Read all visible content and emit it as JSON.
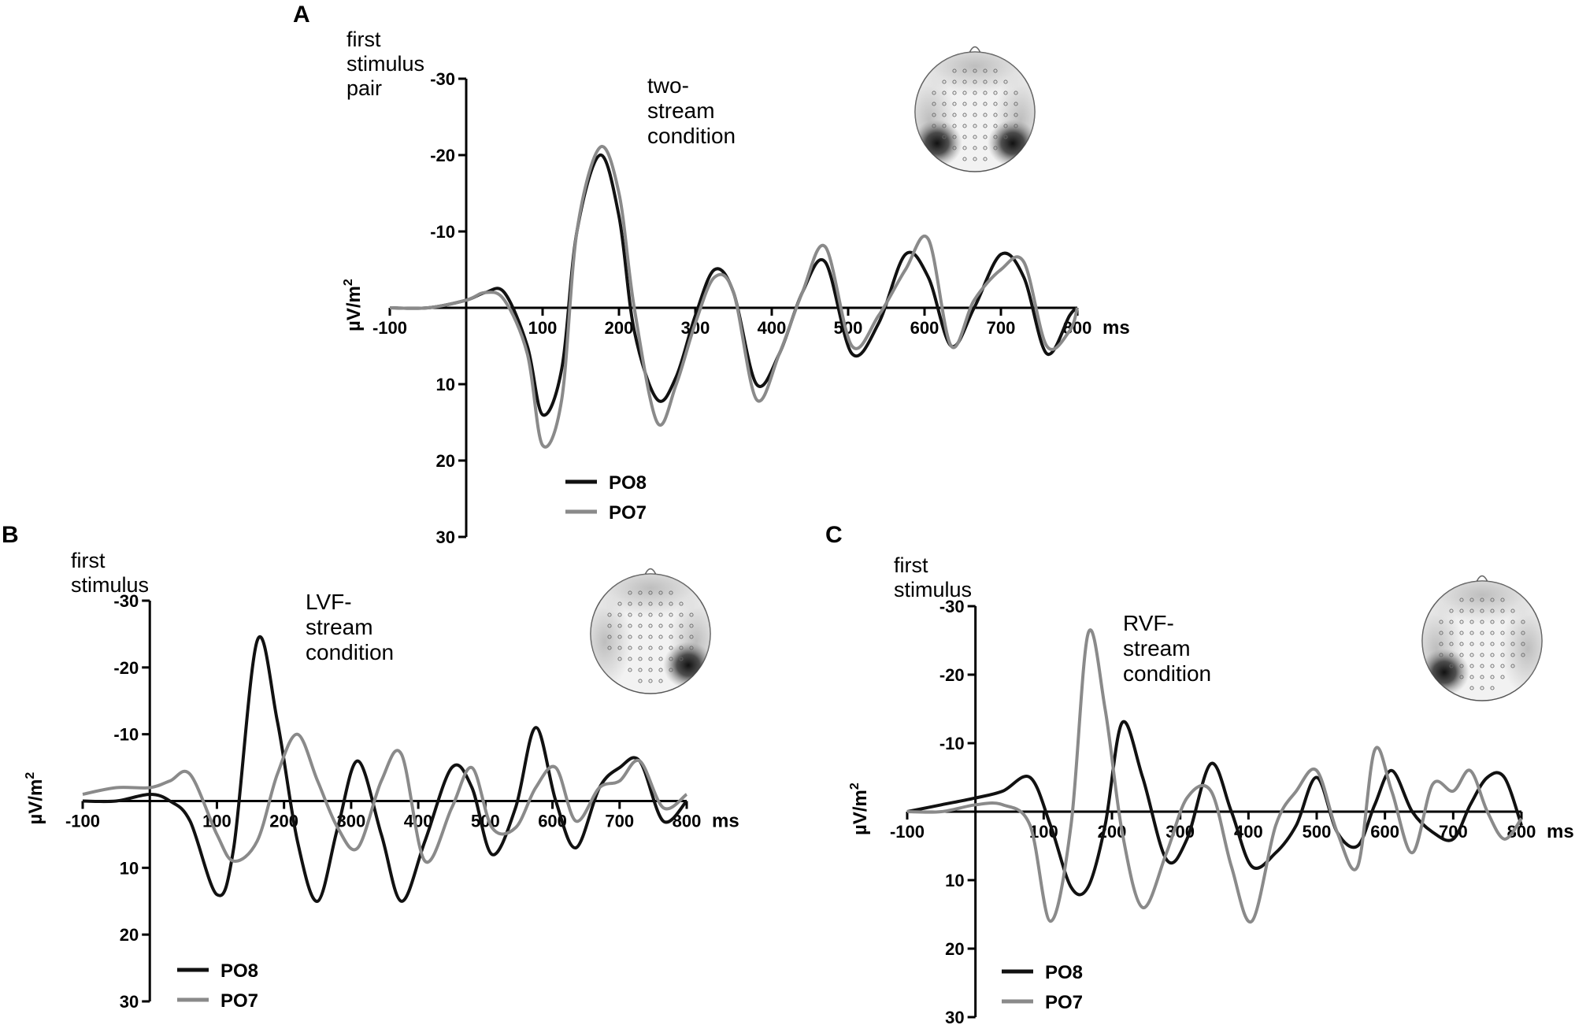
{
  "panels": [
    {
      "label": "A",
      "title": "first stimulus pair",
      "condition": "two-stream condition",
      "ylabel": "µV/m",
      "ylabel_sup": "2",
      "xunit": "ms",
      "legend": [
        "PO8",
        "PO7"
      ],
      "highlight_sites": [
        "left-posterior",
        "right-posterior"
      ]
    },
    {
      "label": "B",
      "title": "first stimulus",
      "condition": "LVF-stream condition",
      "ylabel": "µV/m",
      "ylabel_sup": "2",
      "xunit": "ms",
      "legend": [
        "PO8",
        "PO7"
      ],
      "highlight_sites": [
        "right-posterior"
      ]
    },
    {
      "label": "C",
      "title": "first stimulus",
      "condition": "RVF-stream condition",
      "ylabel": "µV/m",
      "ylabel_sup": "2",
      "xunit": "ms",
      "legend": [
        "PO8",
        "PO7"
      ],
      "highlight_sites": [
        "left-posterior"
      ]
    }
  ],
  "colors": {
    "PO8": "#111111",
    "PO7": "#8a8a8a"
  },
  "chart_data": [
    {
      "type": "line",
      "title": "first stimulus pair",
      "xlabel": "ms",
      "ylabel": "µV/m2",
      "xlim": [
        -100,
        800
      ],
      "ylim": [
        -30,
        30
      ],
      "y_inverted": true,
      "xticks": [
        -100,
        100,
        200,
        300,
        400,
        500,
        600,
        700,
        800
      ],
      "yticks": [
        -30,
        -20,
        -10,
        10,
        20,
        30
      ],
      "x": [
        -100,
        -50,
        0,
        25,
        50,
        80,
        100,
        125,
        145,
        175,
        200,
        220,
        250,
        275,
        300,
        325,
        350,
        380,
        410,
        440,
        470,
        505,
        540,
        575,
        605,
        635,
        665,
        700,
        730,
        760,
        790,
        800
      ],
      "series": [
        {
          "name": "PO8",
          "values": [
            0,
            0,
            -1,
            -2,
            -2,
            5,
            14,
            8,
            -10,
            -20,
            -12,
            3,
            12,
            9,
            1,
            -5,
            -2,
            10,
            6,
            -2,
            -6,
            6,
            2,
            -7,
            -4,
            5,
            0,
            -7,
            -4,
            6,
            1,
            0
          ]
        },
        {
          "name": "PO7",
          "values": [
            0,
            0,
            -1,
            -2,
            -1,
            6,
            18,
            12,
            -10,
            -21,
            -15,
            0,
            15,
            10,
            2,
            -4,
            -2,
            12,
            6,
            -2,
            -8,
            5,
            1,
            -5,
            -9,
            5,
            -1,
            -5,
            -6,
            5,
            3,
            0
          ]
        }
      ]
    },
    {
      "type": "line",
      "title": "first stimulus",
      "xlabel": "ms",
      "ylabel": "µV/m2",
      "xlim": [
        -100,
        800
      ],
      "ylim": [
        -30,
        30
      ],
      "y_inverted": true,
      "xticks": [
        -100,
        100,
        200,
        300,
        400,
        500,
        600,
        700,
        800
      ],
      "yticks": [
        -30,
        -20,
        -10,
        10,
        20,
        30
      ],
      "x": [
        -100,
        -50,
        0,
        30,
        60,
        100,
        125,
        160,
        190,
        220,
        250,
        280,
        310,
        345,
        375,
        410,
        450,
        480,
        510,
        545,
        575,
        605,
        635,
        670,
        700,
        730,
        765,
        800
      ],
      "series": [
        {
          "name": "PO8",
          "values": [
            0,
            0,
            -1,
            0,
            3,
            14,
            7,
            -24,
            -12,
            6,
            15,
            4,
            -6,
            5,
            15,
            6,
            -5,
            -2,
            8,
            1,
            -11,
            0,
            7,
            -2,
            -5,
            -6,
            3,
            0
          ]
        },
        {
          "name": "PO7",
          "values": [
            -1,
            -2,
            -2,
            -3,
            -4,
            5,
            9,
            6,
            -4,
            -10,
            -3,
            4,
            7,
            -3,
            -7,
            9,
            1,
            -5,
            4,
            4,
            -2,
            -5,
            3,
            -2,
            -3,
            -6,
            1,
            -1
          ]
        }
      ]
    },
    {
      "type": "line",
      "title": "first stimulus",
      "xlabel": "ms",
      "ylabel": "µV/m2",
      "xlim": [
        -100,
        800
      ],
      "ylim": [
        -30,
        30
      ],
      "y_inverted": true,
      "xticks": [
        -100,
        100,
        200,
        300,
        400,
        500,
        600,
        700,
        800
      ],
      "yticks": [
        -30,
        -20,
        -10,
        10,
        20,
        30
      ],
      "x": [
        -100,
        -50,
        0,
        40,
        80,
        110,
        140,
        165,
        190,
        215,
        245,
        280,
        310,
        345,
        375,
        405,
        440,
        470,
        500,
        530,
        560,
        585,
        610,
        640,
        670,
        700,
        725,
        750,
        775,
        800
      ],
      "series": [
        {
          "name": "PO8",
          "values": [
            0,
            -1,
            -2,
            -3,
            -5,
            2,
            11,
            11,
            2,
            -13,
            -5,
            7,
            4,
            -7,
            0,
            8,
            6,
            2,
            -5,
            3,
            5,
            -1,
            -6,
            0,
            3,
            4,
            -1,
            -5,
            -5,
            2
          ]
        },
        {
          "name": "PO7",
          "values": [
            0,
            0,
            -1,
            -1,
            2,
            16,
            2,
            -26,
            -15,
            3,
            14,
            6,
            -2,
            -3,
            8,
            16,
            2,
            -3,
            -6,
            3,
            8,
            -9,
            -3,
            6,
            -4,
            -3,
            -6,
            0,
            4,
            1
          ]
        }
      ]
    }
  ]
}
